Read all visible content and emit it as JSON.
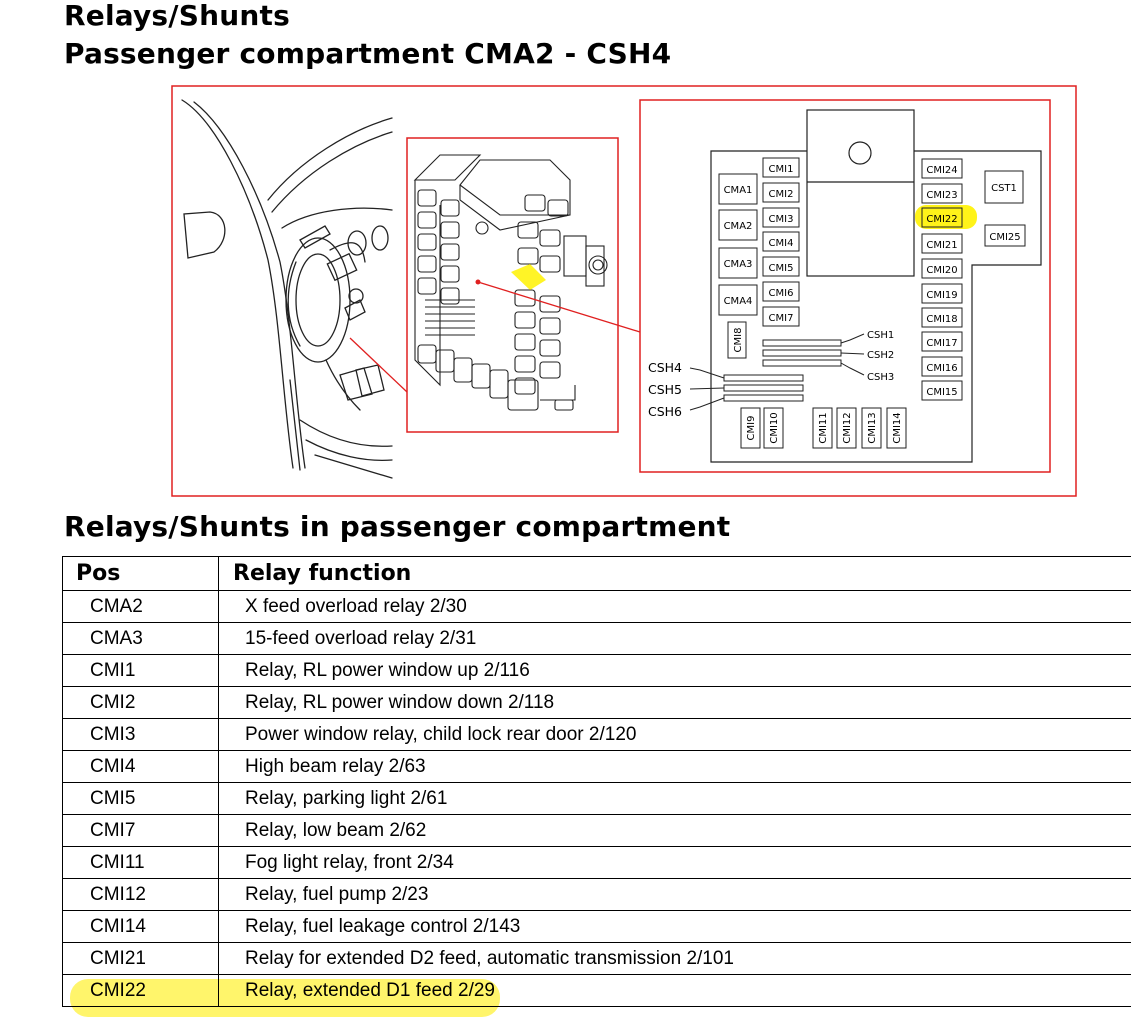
{
  "titles": {
    "line1": "Relays/Shunts",
    "line2": "Passenger compartment CMA2 - CSH4",
    "section": "Relays/Shunts in passenger compartment"
  },
  "diagram": {
    "frame_color": "#e02020",
    "highlight_color": "#fff200",
    "labels": {
      "cma1": "CMA1",
      "cma2": "CMA2",
      "cma3": "CMA3",
      "cma4": "CMA4",
      "cmi1": "CMI1",
      "cmi2": "CMI2",
      "cmi3": "CMI3",
      "cmi4": "CMI4",
      "cmi5": "CMI5",
      "cmi6": "CMI6",
      "cmi7": "CMI7",
      "cmi8": "CMI8",
      "cmi9": "CMI9",
      "cmi10": "CMI10",
      "cmi11": "CMI11",
      "cmi12": "CMI12",
      "cmi13": "CMI13",
      "cmi14": "CMI14",
      "cmi15": "CMI15",
      "cmi16": "CMI16",
      "cmi17": "CMI17",
      "cmi18": "CMI18",
      "cmi19": "CMI19",
      "cmi20": "CMI20",
      "cmi21": "CMI21",
      "cmi22": "CMI22",
      "cmi23": "CMI23",
      "cmi24": "CMI24",
      "cmi25": "CMI25",
      "cst1": "CST1",
      "csh1": "CSH1",
      "csh2": "CSH2",
      "csh3": "CSH3",
      "csh4": "CSH4",
      "csh5": "CSH5",
      "csh6": "CSH6"
    }
  },
  "table": {
    "headers": {
      "pos": "Pos",
      "function": "Relay function"
    },
    "rows": [
      {
        "pos": "CMA2",
        "function": "X feed overload relay 2/30"
      },
      {
        "pos": "CMA3",
        "function": "15-feed overload relay 2/31"
      },
      {
        "pos": "CMI1",
        "function": "Relay, RL power window up 2/116"
      },
      {
        "pos": "CMI2",
        "function": "Relay, RL power window down 2/118"
      },
      {
        "pos": "CMI3",
        "function": "Power window relay, child lock rear door 2/120"
      },
      {
        "pos": "CMI4",
        "function": "High beam relay 2/63"
      },
      {
        "pos": "CMI5",
        "function": "Relay, parking light 2/61"
      },
      {
        "pos": "CMI7",
        "function": "Relay, low beam 2/62"
      },
      {
        "pos": "CMI11",
        "function": "Fog light relay, front 2/34"
      },
      {
        "pos": "CMI12",
        "function": "Relay, fuel pump 2/23"
      },
      {
        "pos": "CMI14",
        "function": "Relay, fuel leakage control 2/143"
      },
      {
        "pos": "CMI21",
        "function": "Relay for extended D2 feed, automatic transmission 2/101"
      },
      {
        "pos": "CMI22",
        "function": "Relay, extended D1 feed 2/29"
      }
    ]
  }
}
